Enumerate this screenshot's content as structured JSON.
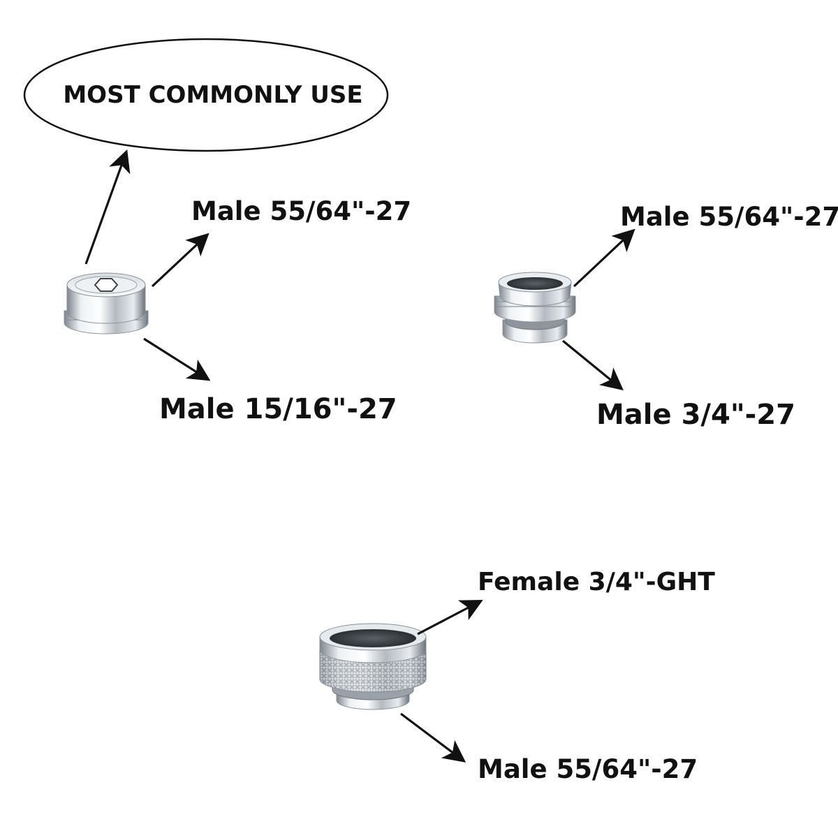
{
  "callout": {
    "text": "MOST COMMONLY USE"
  },
  "adapters": [
    {
      "top_label": "Male 55/64\"-27",
      "bottom_label": "Male 15/16\"-27",
      "icon": "hex-key-adapter-icon"
    },
    {
      "top_label": "Male 55/64\"-27",
      "bottom_label": "Male 3/4\"-27",
      "icon": "dual-thread-adapter-icon"
    },
    {
      "top_label": "Female 3/4\"-GHT",
      "bottom_label": "Male 55/64\"-27",
      "icon": "knurled-hose-adapter-icon"
    }
  ],
  "colors": {
    "ink": "#111111",
    "chrome_light": "#f4f6f8",
    "chrome_mid": "#b9bfc6",
    "chrome_dark": "#6f777f"
  }
}
